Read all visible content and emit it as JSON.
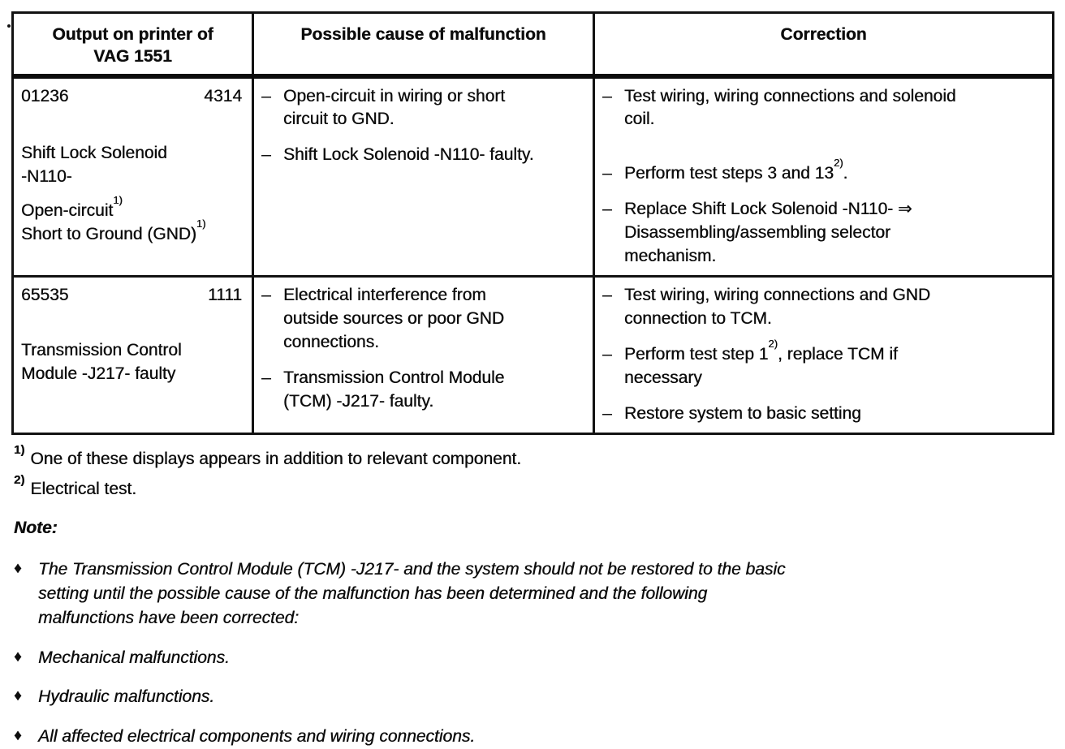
{
  "table": {
    "headers": [
      {
        "line1": "Output on printer of",
        "line2": "VAG 1551"
      },
      {
        "label": "Possible cause of malfunction"
      },
      {
        "label": "Correction"
      }
    ],
    "rows": [
      {
        "dtc": "01236",
        "code": "4314",
        "component_lines": [
          "Shift Lock Solenoid",
          "-N110-"
        ],
        "displays": [
          {
            "text": "Open-circuit",
            "sup": "1)"
          },
          {
            "text": "Short to Ground (GND)",
            "sup": "1)"
          }
        ],
        "causes": [
          {
            "pre": "Open-circuit in wiring or short\ncircuit to GND.",
            "sup": "",
            "post": ""
          },
          {
            "pre": "Shift Lock Solenoid -N110- faulty.",
            "sup": "",
            "post": ""
          }
        ],
        "corrections": [
          {
            "pre": "Test wiring, wiring connections and solenoid\ncoil.",
            "sup": "",
            "post": ""
          },
          {
            "pre": "Perform test steps 3 and 13",
            "sup": "2)",
            "post": "."
          },
          {
            "pre": "Replace Shift Lock Solenoid -N110- ⇒\nDisassembling/assembling selector\nmechanism.",
            "sup": "",
            "post": ""
          }
        ]
      },
      {
        "dtc": "65535",
        "code": "1111",
        "component_lines": [
          "Transmission Control",
          "Module -J217- faulty"
        ],
        "causes": [
          {
            "pre": "Electrical interference from\noutside sources or poor GND\nconnections.",
            "sup": "",
            "post": ""
          },
          {
            "pre": "Transmission Control Module\n(TCM) -J217- faulty.",
            "sup": "",
            "post": ""
          }
        ],
        "corrections": [
          {
            "pre": "Test wiring, wiring connections and GND\nconnection to TCM.",
            "sup": "",
            "post": ""
          },
          {
            "pre": "Perform test step 1",
            "sup": "2)",
            "post": ", replace TCM if\nnecessary"
          },
          {
            "pre": "Restore system to basic setting",
            "sup": "",
            "post": ""
          }
        ]
      }
    ]
  },
  "footnotes": [
    {
      "marker": "1)",
      "text": "One of these displays appears in addition to relevant component."
    },
    {
      "marker": "2)",
      "text": "Electrical test."
    }
  ],
  "note": {
    "title": "Note:",
    "bullet": "♦",
    "items": [
      "The Transmission Control Module (TCM) -J217- and the system should not be restored  to the basic\nsetting until the possible cause of the malfunction has been determined and the following\nmalfunctions have been corrected:",
      "Mechanical malfunctions.",
      "Hydraulic malfunctions.",
      "All affected electrical components and wiring connections."
    ]
  }
}
